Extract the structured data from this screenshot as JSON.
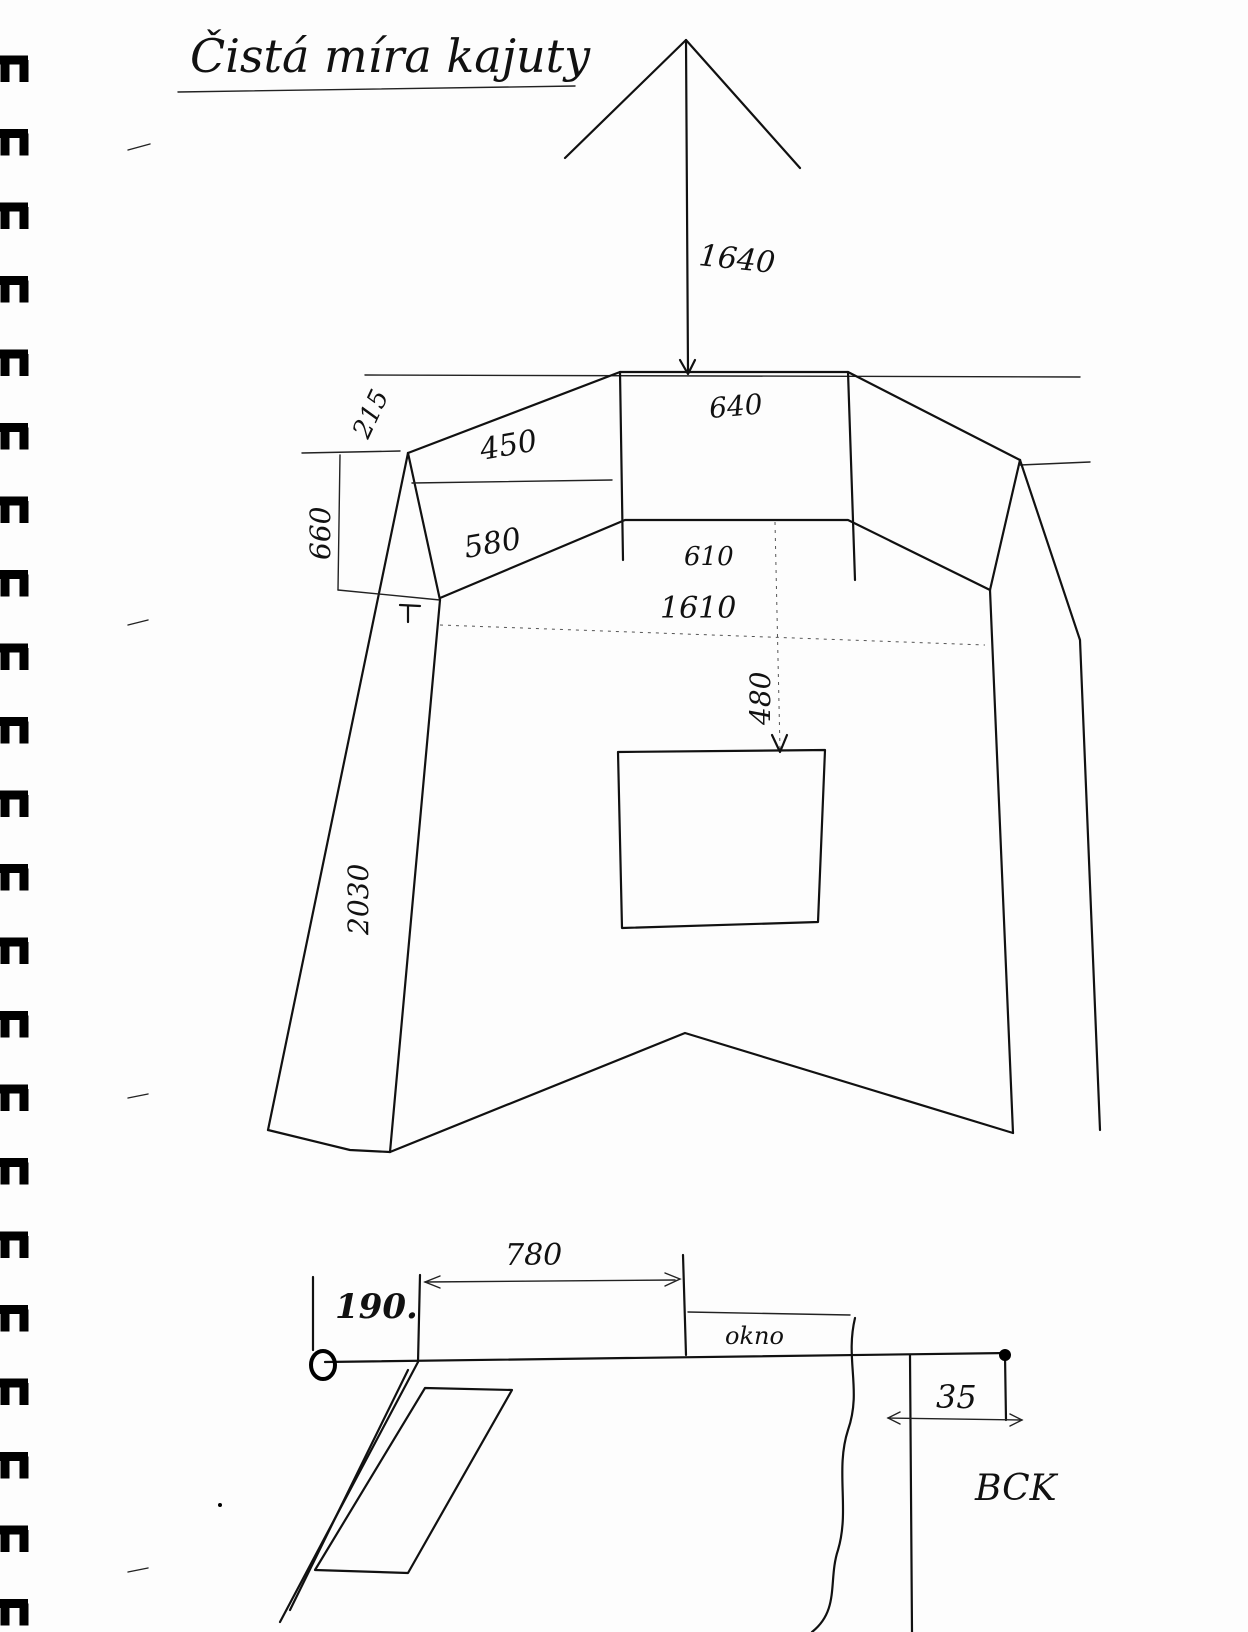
{
  "title": "Čistá míra kajuty",
  "dimensions": {
    "ridge_height": "1640",
    "top_center": "640",
    "top_left": "450",
    "bottom_left": "580",
    "bottom_center": "610",
    "side_height": "660",
    "small_offset": "215",
    "full_width": "1610",
    "window_offset": "480",
    "wall_height": "2030"
  },
  "floor_plan": {
    "corner_offset": "190.",
    "span_to_window": "780",
    "window_label": "okno",
    "right_offset": "35",
    "right_label": "BCK"
  }
}
